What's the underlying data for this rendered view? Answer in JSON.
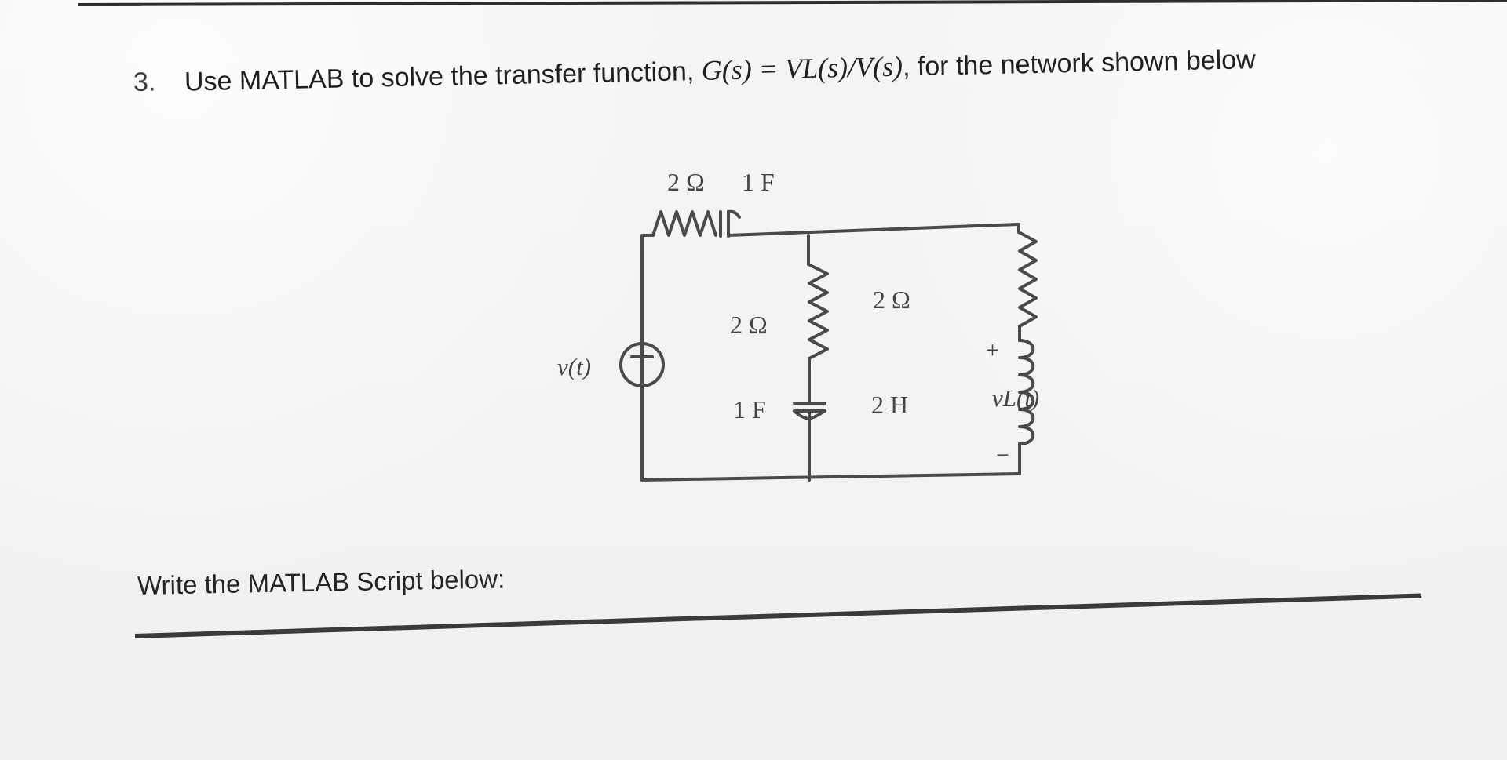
{
  "question": {
    "number": "3.",
    "prefix": "Use MATLAB to solve the transfer function,",
    "formula": "G(s) = VL(s)/V(s)",
    "suffix": ", for the network shown below"
  },
  "circuit": {
    "top_resistor_label": "2 Ω",
    "top_capacitor_label": "1 F",
    "middle_resistor_label": "2 Ω",
    "middle_capacitor_label": "1 F",
    "right_resistor_label": "2 Ω",
    "right_inductor_label": "2 H",
    "source_label": "v(t)",
    "source_plus": "+",
    "source_minus": "−",
    "output_plus": "+",
    "output_label": "vL(t)",
    "output_minus": "−"
  },
  "answer_prompt": {
    "label": "Write the MATLAB Script below:"
  },
  "colors": {
    "ink": "#1f1f1f",
    "paper": "#f3f3f1",
    "line": "#3a3a3a"
  }
}
